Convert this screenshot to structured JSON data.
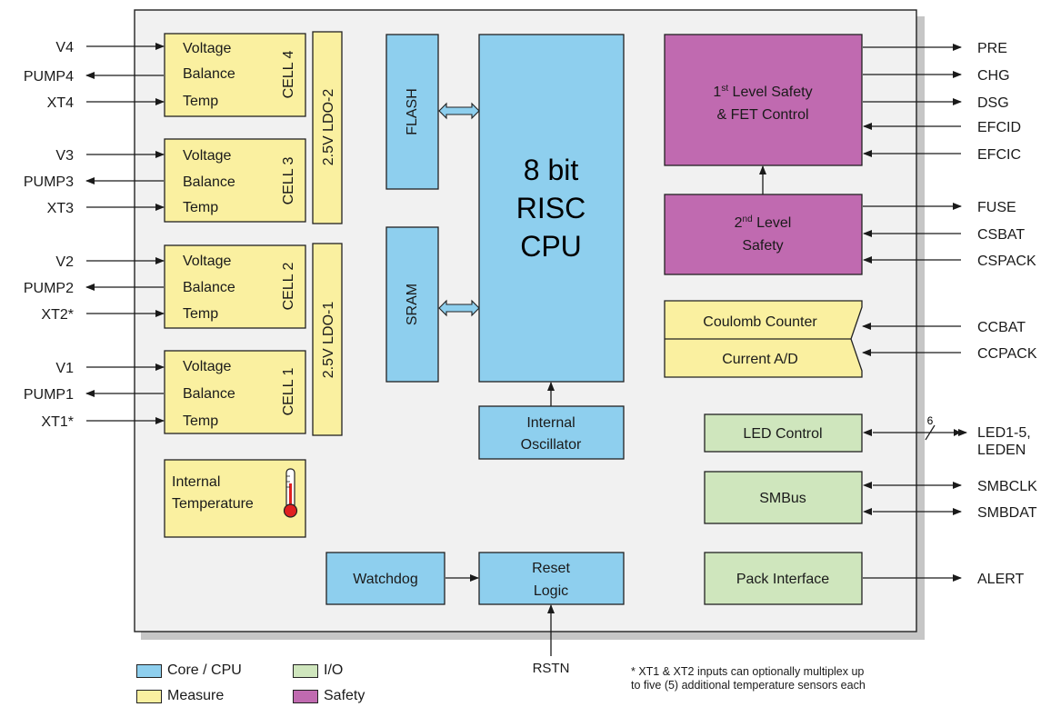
{
  "colors": {
    "core": "#8ecfee",
    "measure": "#faf0a0",
    "io": "#cfe6bd",
    "safety": "#c06ab0",
    "chip_bg": "#f1f1f1",
    "shadow": "#c6c6c6"
  },
  "cells": [
    {
      "label": "CELL 4",
      "voltage_pin": "V4",
      "pump_pin": "PUMP4",
      "temp_pin": "XT4"
    },
    {
      "label": "CELL 3",
      "voltage_pin": "V3",
      "pump_pin": "PUMP3",
      "temp_pin": "XT3"
    },
    {
      "label": "CELL 2",
      "voltage_pin": "V2",
      "pump_pin": "PUMP2",
      "temp_pin": "XT2*"
    },
    {
      "label": "CELL 1",
      "voltage_pin": "V1",
      "pump_pin": "PUMP1",
      "temp_pin": "XT1*"
    }
  ],
  "cell_rows": {
    "voltage": "Voltage",
    "balance": "Balance",
    "temp": "Temp"
  },
  "ldo": {
    "upper": "2.5V LDO-2",
    "lower": "2.5V LDO-1"
  },
  "internal_temp": {
    "line1": "Internal",
    "line2": "Temperature",
    "icon": "thermometer-icon"
  },
  "memory": {
    "flash": "FLASH",
    "sram": "SRAM"
  },
  "cpu": {
    "line1": "8 bit",
    "line2": "RISC",
    "line3": "CPU"
  },
  "oscillator": {
    "line1": "Internal",
    "line2": "Oscillator"
  },
  "watchdog": "Watchdog",
  "reset": {
    "line1": "Reset",
    "line2": "Logic",
    "pin": "RSTN"
  },
  "safety1": {
    "prefix": "1",
    "sup": "st",
    "line1_rest": " Level Safety",
    "line2": "& FET Control",
    "pins_out": [
      "PRE",
      "CHG",
      "DSG"
    ],
    "pins_in": [
      "EFCID",
      "EFCIC"
    ]
  },
  "safety2": {
    "prefix": "2",
    "sup": "nd",
    "line1_rest": " Level",
    "line2": "Safety",
    "pin_out": "FUSE",
    "pins_in": [
      "CSBAT",
      "CSPACK"
    ]
  },
  "coulomb": {
    "top": "Coulomb Counter",
    "bottom": "Current A/D",
    "pins": [
      "CCBAT",
      "CCPACK"
    ]
  },
  "led": {
    "label": "LED Control",
    "bus_width": "6",
    "pin_line1": "LED1-5,",
    "pin_line2": "LEDEN"
  },
  "smbus": {
    "label": "SMBus",
    "pins": [
      "SMBCLK",
      "SMBDAT"
    ]
  },
  "pack": {
    "label": "Pack Interface",
    "pin": "ALERT"
  },
  "legend": {
    "core": "Core / CPU",
    "io": "I/O",
    "measure": "Measure",
    "safety": "Safety"
  },
  "footnote": {
    "line1": "* XT1 & XT2 inputs can optionally multiplex up",
    "line2": "to five (5) additional temperature sensors each"
  }
}
